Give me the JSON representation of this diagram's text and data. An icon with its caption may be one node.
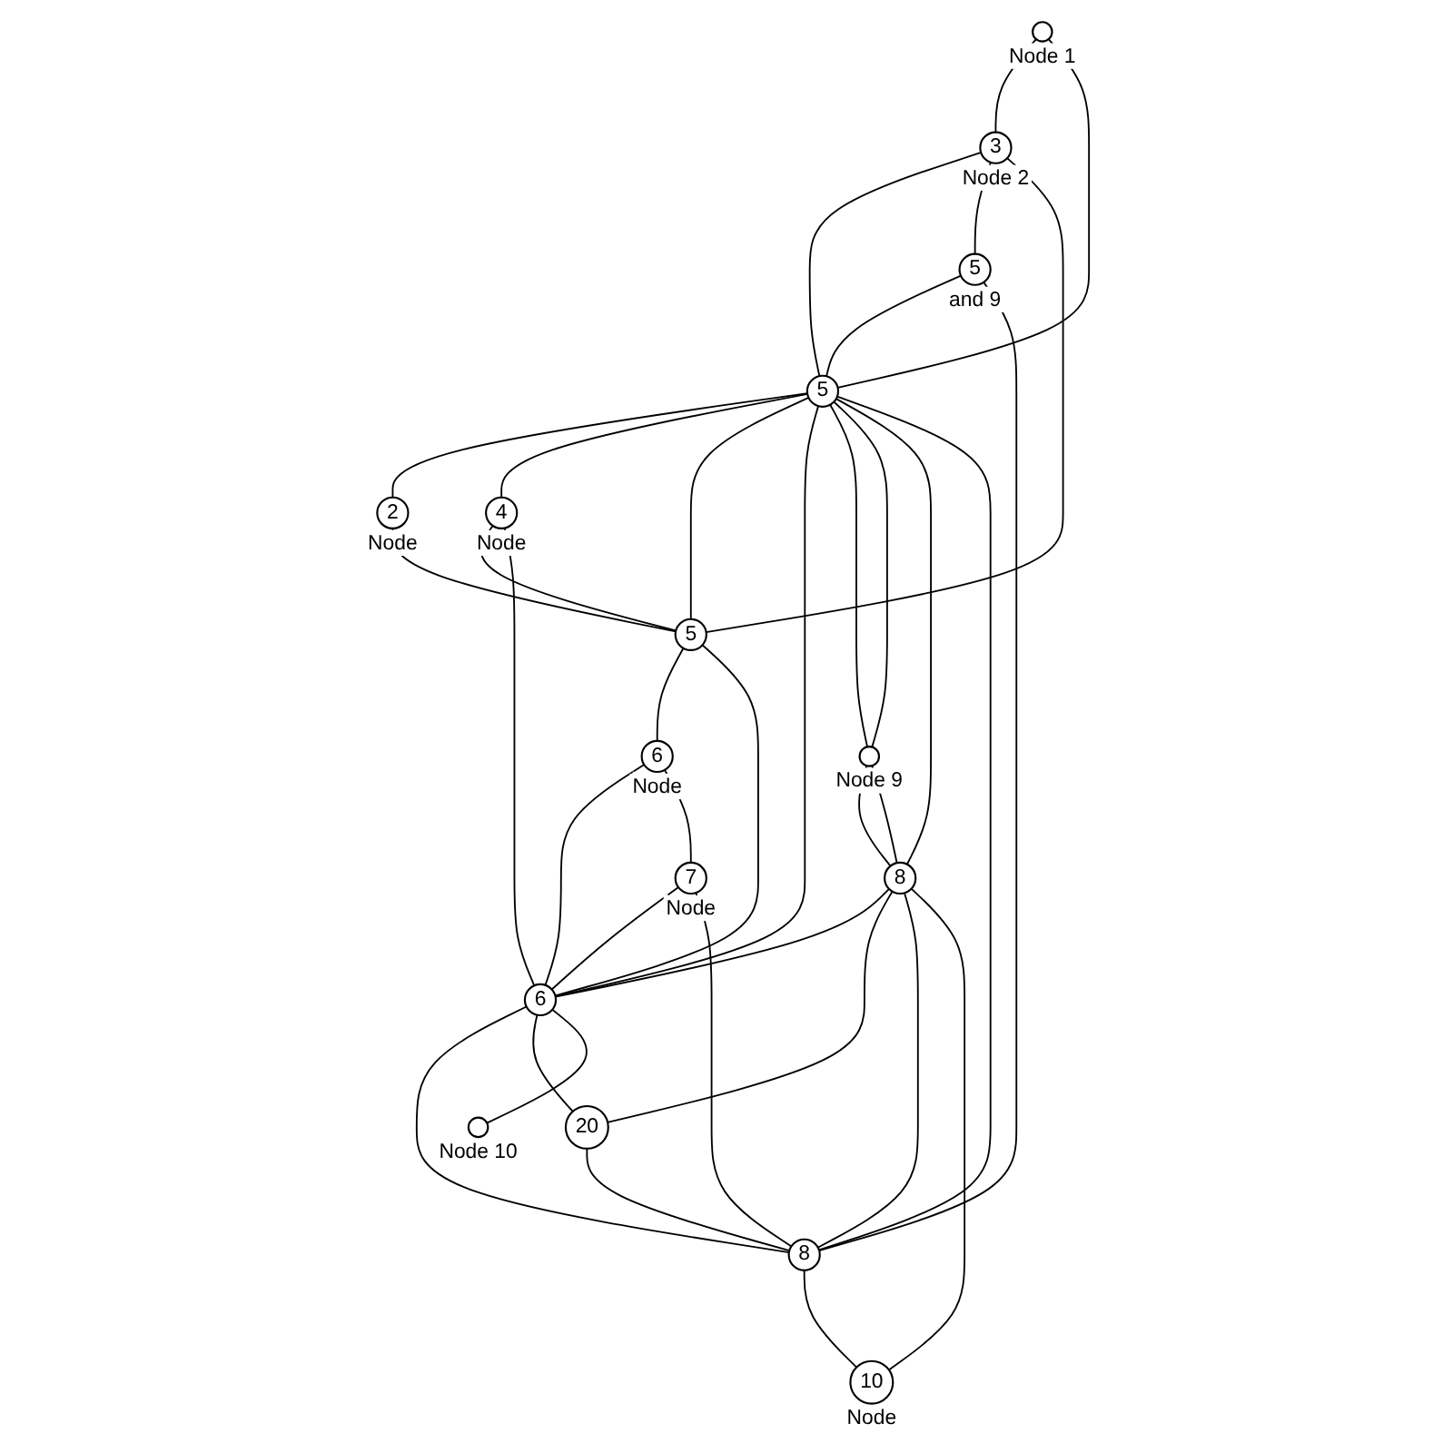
{
  "diagram": {
    "nodes": [
      {
        "text": [],
        "shape": "circle",
        "beside": [
          "Node 1"
        ]
      },
      {
        "text": [
          "3"
        ],
        "beside": [
          "Node 2"
        ]
      },
      {
        "text": [
          "5"
        ],
        "beside": [
          "and 9"
        ]
      },
      {
        "text": [
          "5"
        ]
      },
      {
        "text": [
          "2"
        ],
        "beside": [
          "Node"
        ]
      },
      {
        "text": [],
        "shape": "circle",
        "beside": [
          "Node 9"
        ]
      },
      {
        "text": [
          "4"
        ],
        "beside": [
          "Node"
        ]
      },
      {
        "text": [
          "5"
        ]
      },
      {
        "text": [
          "8"
        ]
      },
      {
        "text": [
          "6"
        ],
        "beside": [
          "Node"
        ]
      },
      {
        "text": [
          "6"
        ]
      },
      {
        "text": [
          "7"
        ],
        "beside": [
          "Node"
        ]
      },
      {
        "text": [
          "8"
        ]
      },
      {
        "text": [
          "10"
        ],
        "beside": [
          "Node"
        ]
      },
      {
        "text": [
          "20"
        ]
      },
      {
        "text": [],
        "shape": "circle",
        "beside": [
          "Node 10"
        ]
      }
    ],
    "edges": [
      {
        "from": 0,
        "to": 1,
        "arrow": "none"
      },
      {
        "from": 0,
        "to": 3,
        "arrow": "none"
      },
      {
        "from": 1,
        "to": 3,
        "arrow": "none"
      },
      {
        "from": 1,
        "to": 2,
        "arrow": "none"
      },
      {
        "from": 1,
        "to": 7,
        "arrow": "none"
      },
      {
        "from": 2,
        "to": 3,
        "arrow": "none"
      },
      {
        "from": 2,
        "to": 12,
        "arrow": "none"
      },
      {
        "from": 3,
        "to": 4,
        "arrow": "none"
      },
      {
        "from": 3,
        "to": 6,
        "arrow": "none"
      },
      {
        "from": 3,
        "to": 7,
        "arrow": "none"
      },
      {
        "from": 3,
        "to": 10,
        "arrow": "none"
      },
      {
        "from": 3,
        "to": 5,
        "arrow": "none"
      },
      {
        "from": 3,
        "to": 5,
        "arrow": "none"
      },
      {
        "from": 3,
        "to": 8,
        "arrow": "none"
      },
      {
        "from": 3,
        "to": 12,
        "arrow": "none"
      },
      {
        "from": 4,
        "to": 7,
        "arrow": "none"
      },
      {
        "from": 5,
        "to": 8,
        "arrow": "none"
      },
      {
        "from": 5,
        "to": 8,
        "arrow": "none"
      },
      {
        "from": 6,
        "to": 7,
        "arrow": "none"
      },
      {
        "from": 6,
        "to": 10,
        "arrow": "none"
      },
      {
        "from": 7,
        "to": 9,
        "arrow": "none"
      },
      {
        "from": 7,
        "to": 10,
        "arrow": "none"
      },
      {
        "from": 8,
        "to": 10,
        "arrow": "none"
      },
      {
        "from": 8,
        "to": 14,
        "arrow": "none"
      },
      {
        "from": 8,
        "to": 12,
        "arrow": "none"
      },
      {
        "from": 8,
        "to": 13,
        "arrow": "none"
      },
      {
        "from": 9,
        "to": 10,
        "arrow": "none"
      },
      {
        "from": 9,
        "to": 11,
        "arrow": "none"
      },
      {
        "from": 11,
        "to": 10,
        "arrow": "none"
      },
      {
        "from": 11,
        "to": 12,
        "arrow": "none"
      },
      {
        "from": 10,
        "to": 12,
        "arrow": "none"
      },
      {
        "from": 10,
        "to": 14,
        "arrow": "none"
      },
      {
        "from": 10,
        "to": 15,
        "arrow": "none"
      },
      {
        "from": 14,
        "to": 12,
        "arrow": "none"
      },
      {
        "from": 12,
        "to": 13,
        "arrow": "none"
      }
    ]
  }
}
